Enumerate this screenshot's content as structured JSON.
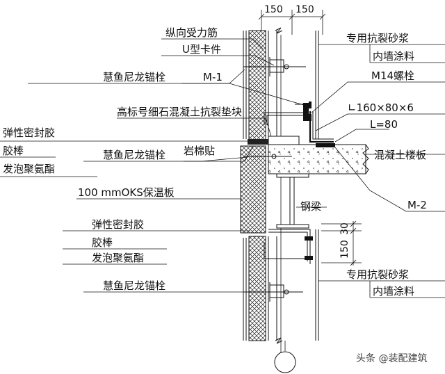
{
  "dimensions": {
    "top_left": "150",
    "top_right": "150",
    "side_150": "150",
    "side_30": "30"
  },
  "labels": {
    "longitudinal_rebar": "纵向受力筋",
    "u_clip": "U型卡件",
    "hilti_anchor_top": "慧鱼尼龙锚栓",
    "m1": "M-1",
    "fine_concrete_pad": "高标号细石混凝土抗裂垫块",
    "sealant_top": "弹性密封胶",
    "rod_top": "胶棒",
    "pu_foam_top": "发泡聚氨酯",
    "hilti_anchor_mid": "慧鱼尼龙锚栓",
    "rock_wool": "岩棉贴",
    "oks_board": "100 mmOKS保温板",
    "sealant_bottom": "弹性密封胶",
    "rod_bottom": "胶棒",
    "pu_foam_bottom": "发泡聚氨酯",
    "hilti_anchor_bottom": "慧鱼尼龙锚栓",
    "mortar_top": "专用抗裂砂浆",
    "interior_coating_top": "内墙涂料",
    "m14_bolt": "M14螺栓",
    "angle_steel": "∟160×80×6",
    "l_eq": "L=80",
    "concrete_slab": "混凝土楼板",
    "steel_beam": "钢梁",
    "m2": "M-2",
    "mortar_bottom": "专用抗裂砂浆",
    "interior_coating_bottom": "内墙涂料"
  },
  "watermark": "头条 @装配建筑"
}
